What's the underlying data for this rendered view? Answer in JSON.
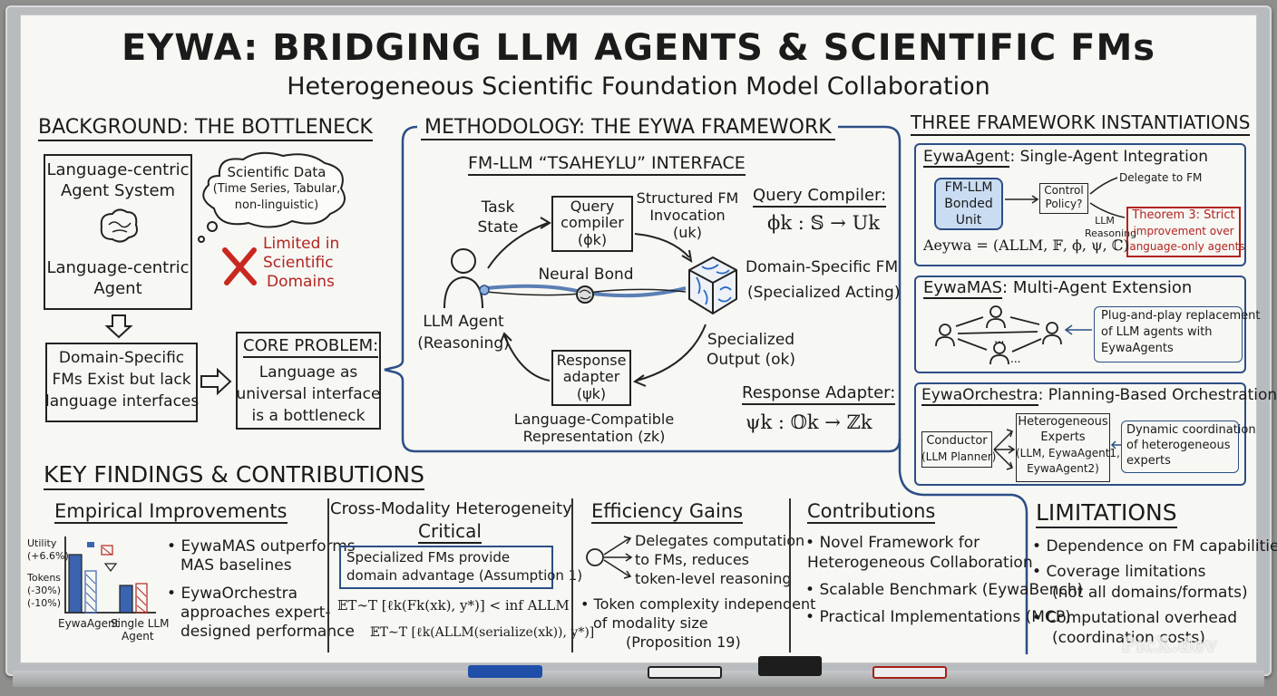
{
  "title": "EYWA: BRIDGING LLM AGENTS & SCIENTIFIC FMs",
  "subtitle": "Heterogeneous Scientific Foundation Model Collaboration",
  "background": {
    "heading": "BACKGROUND: THE BOTTLENECK",
    "system_label": [
      "Language-centric",
      "Agent System"
    ],
    "agent_label": [
      "Language-centric",
      "Agent"
    ],
    "cloud": [
      "Scientific Data",
      "(Time Series, Tabular,",
      "non-linguistic)"
    ],
    "limited": [
      "Limited in",
      "Scientific",
      "Domains"
    ],
    "fms_box": [
      "Domain-Specific",
      "FMs Exist but lack",
      "language interfaces"
    ],
    "core_title": "CORE PROBLEM:",
    "core_text": [
      "Language as",
      "universal interface",
      "is a bottleneck"
    ]
  },
  "methodology": {
    "heading": "METHODOLOGY: THE EYWA FRAMEWORK",
    "interface_title": "FM-LLM “TSAHEYLU” INTERFACE",
    "task_state": [
      "Task",
      "State"
    ],
    "query_box": [
      "Query",
      "compiler",
      "(ϕk)"
    ],
    "structured": [
      "Structured FM",
      "Invocation",
      "(uk)"
    ],
    "neural_bond": "Neural Bond",
    "llm_agent": [
      "LLM Agent",
      "(Reasoning)"
    ],
    "domain_fm": [
      "Domain-Specific FM",
      "(Specialized Acting)"
    ],
    "specialized_output": [
      "Specialized",
      "Output (ok)"
    ],
    "response_box": [
      "Response",
      "adapter",
      "(ψk)"
    ],
    "lang_rep": [
      "Language-Compatible",
      "Representation (zk)"
    ],
    "qc_title": "Query Compiler:",
    "qc_formula": "ϕk : 𝕊 → Uk",
    "ra_title": "Response Adapter:",
    "ra_formula": "ψk : 𝕆k → ℤk"
  },
  "instantiations": {
    "heading": "THREE FRAMEWORK INSTANTIATIONS",
    "agent_title": "EywaAgent",
    "agent_rest": ": Single-Agent Integration",
    "bonded": [
      "FM-LLM",
      "Bonded",
      "Unit"
    ],
    "control": [
      "Control",
      "Policy?"
    ],
    "delegate": "Delegate to FM",
    "llm_reasoning": [
      "LLM",
      "Reasoning"
    ],
    "theorem": [
      "Theorem 3: Strict",
      "improvement over",
      "language-only agents"
    ],
    "agent_formula": "Aeywa = (ALLM, 𝔽, ϕ, ψ, ℂ)",
    "mas_title": "EywaMAS",
    "mas_rest": ": Multi-Agent Extension",
    "mas_note": [
      "Plug-and-play replacement",
      "of LLM agents with",
      "EywaAgents"
    ],
    "orch_title": "EywaOrchestra",
    "orch_rest": ": Planning-Based Orchestration",
    "conductor": [
      "Conductor",
      "(LLM Planner)"
    ],
    "experts": [
      "Heterogeneous",
      "Experts",
      "(LLM, EywaAgent1,",
      "EywaAgent2)"
    ],
    "dynamic": [
      "Dynamic coordination",
      "of heterogeneous",
      "experts"
    ]
  },
  "findings": {
    "heading": "KEY FINDINGS & CONTRIBUTIONS",
    "empirical": {
      "title": "Empirical Improvements",
      "utility": [
        "Utility",
        "(+6.6%)"
      ],
      "tokens": [
        "Tokens",
        "(-30%)",
        "(-10%)"
      ],
      "xlabels": [
        "EywaAgent",
        "Single LLM",
        "Agent"
      ],
      "bullets": [
        [
          "EywaMAS outperforms",
          "MAS baselines"
        ],
        [
          "EywaOrchestra",
          "approaches expert-",
          "designed performance"
        ]
      ]
    },
    "cross": {
      "title": [
        "Cross-Modality Heterogeneity",
        "Critical"
      ],
      "box": [
        "Specialized FMs provide",
        "domain advantage (Assumption 1)"
      ],
      "eq1": "𝔼T∼T [ℓk(Fk(xk), y*)] < inf ALLM",
      "eq2": "𝔼T∼T [ℓk(ALLM(serialize(xk)), y*)]"
    },
    "efficiency": {
      "title": "Efficiency Gains",
      "delegates": [
        "Delegates computation",
        "to FMs, reduces",
        "token-level reasoning"
      ],
      "token_bullet": [
        "Token complexity independent",
        "of modality size",
        "(Proposition 19)"
      ]
    },
    "contributions": {
      "title": "Contributions",
      "items": [
        [
          "Novel Framework for",
          "Heterogeneous Collaboration"
        ],
        [
          "Scalable Benchmark (EywaBench)"
        ],
        [
          "Practical Implementations (MCP)"
        ]
      ]
    },
    "limitations": {
      "title": "LIMITATIONS",
      "items": [
        [
          "Dependence on FM capabilities"
        ],
        [
          "Coverage limitations",
          "(not all domains/formats)"
        ],
        [
          "Computational overhead",
          "(coordination costs)"
        ]
      ]
    }
  },
  "watermark": "PicX.dev",
  "colors": {
    "blue": "#2c4e86",
    "red": "#b3241f",
    "panel_blue": "#c9dcf2"
  }
}
